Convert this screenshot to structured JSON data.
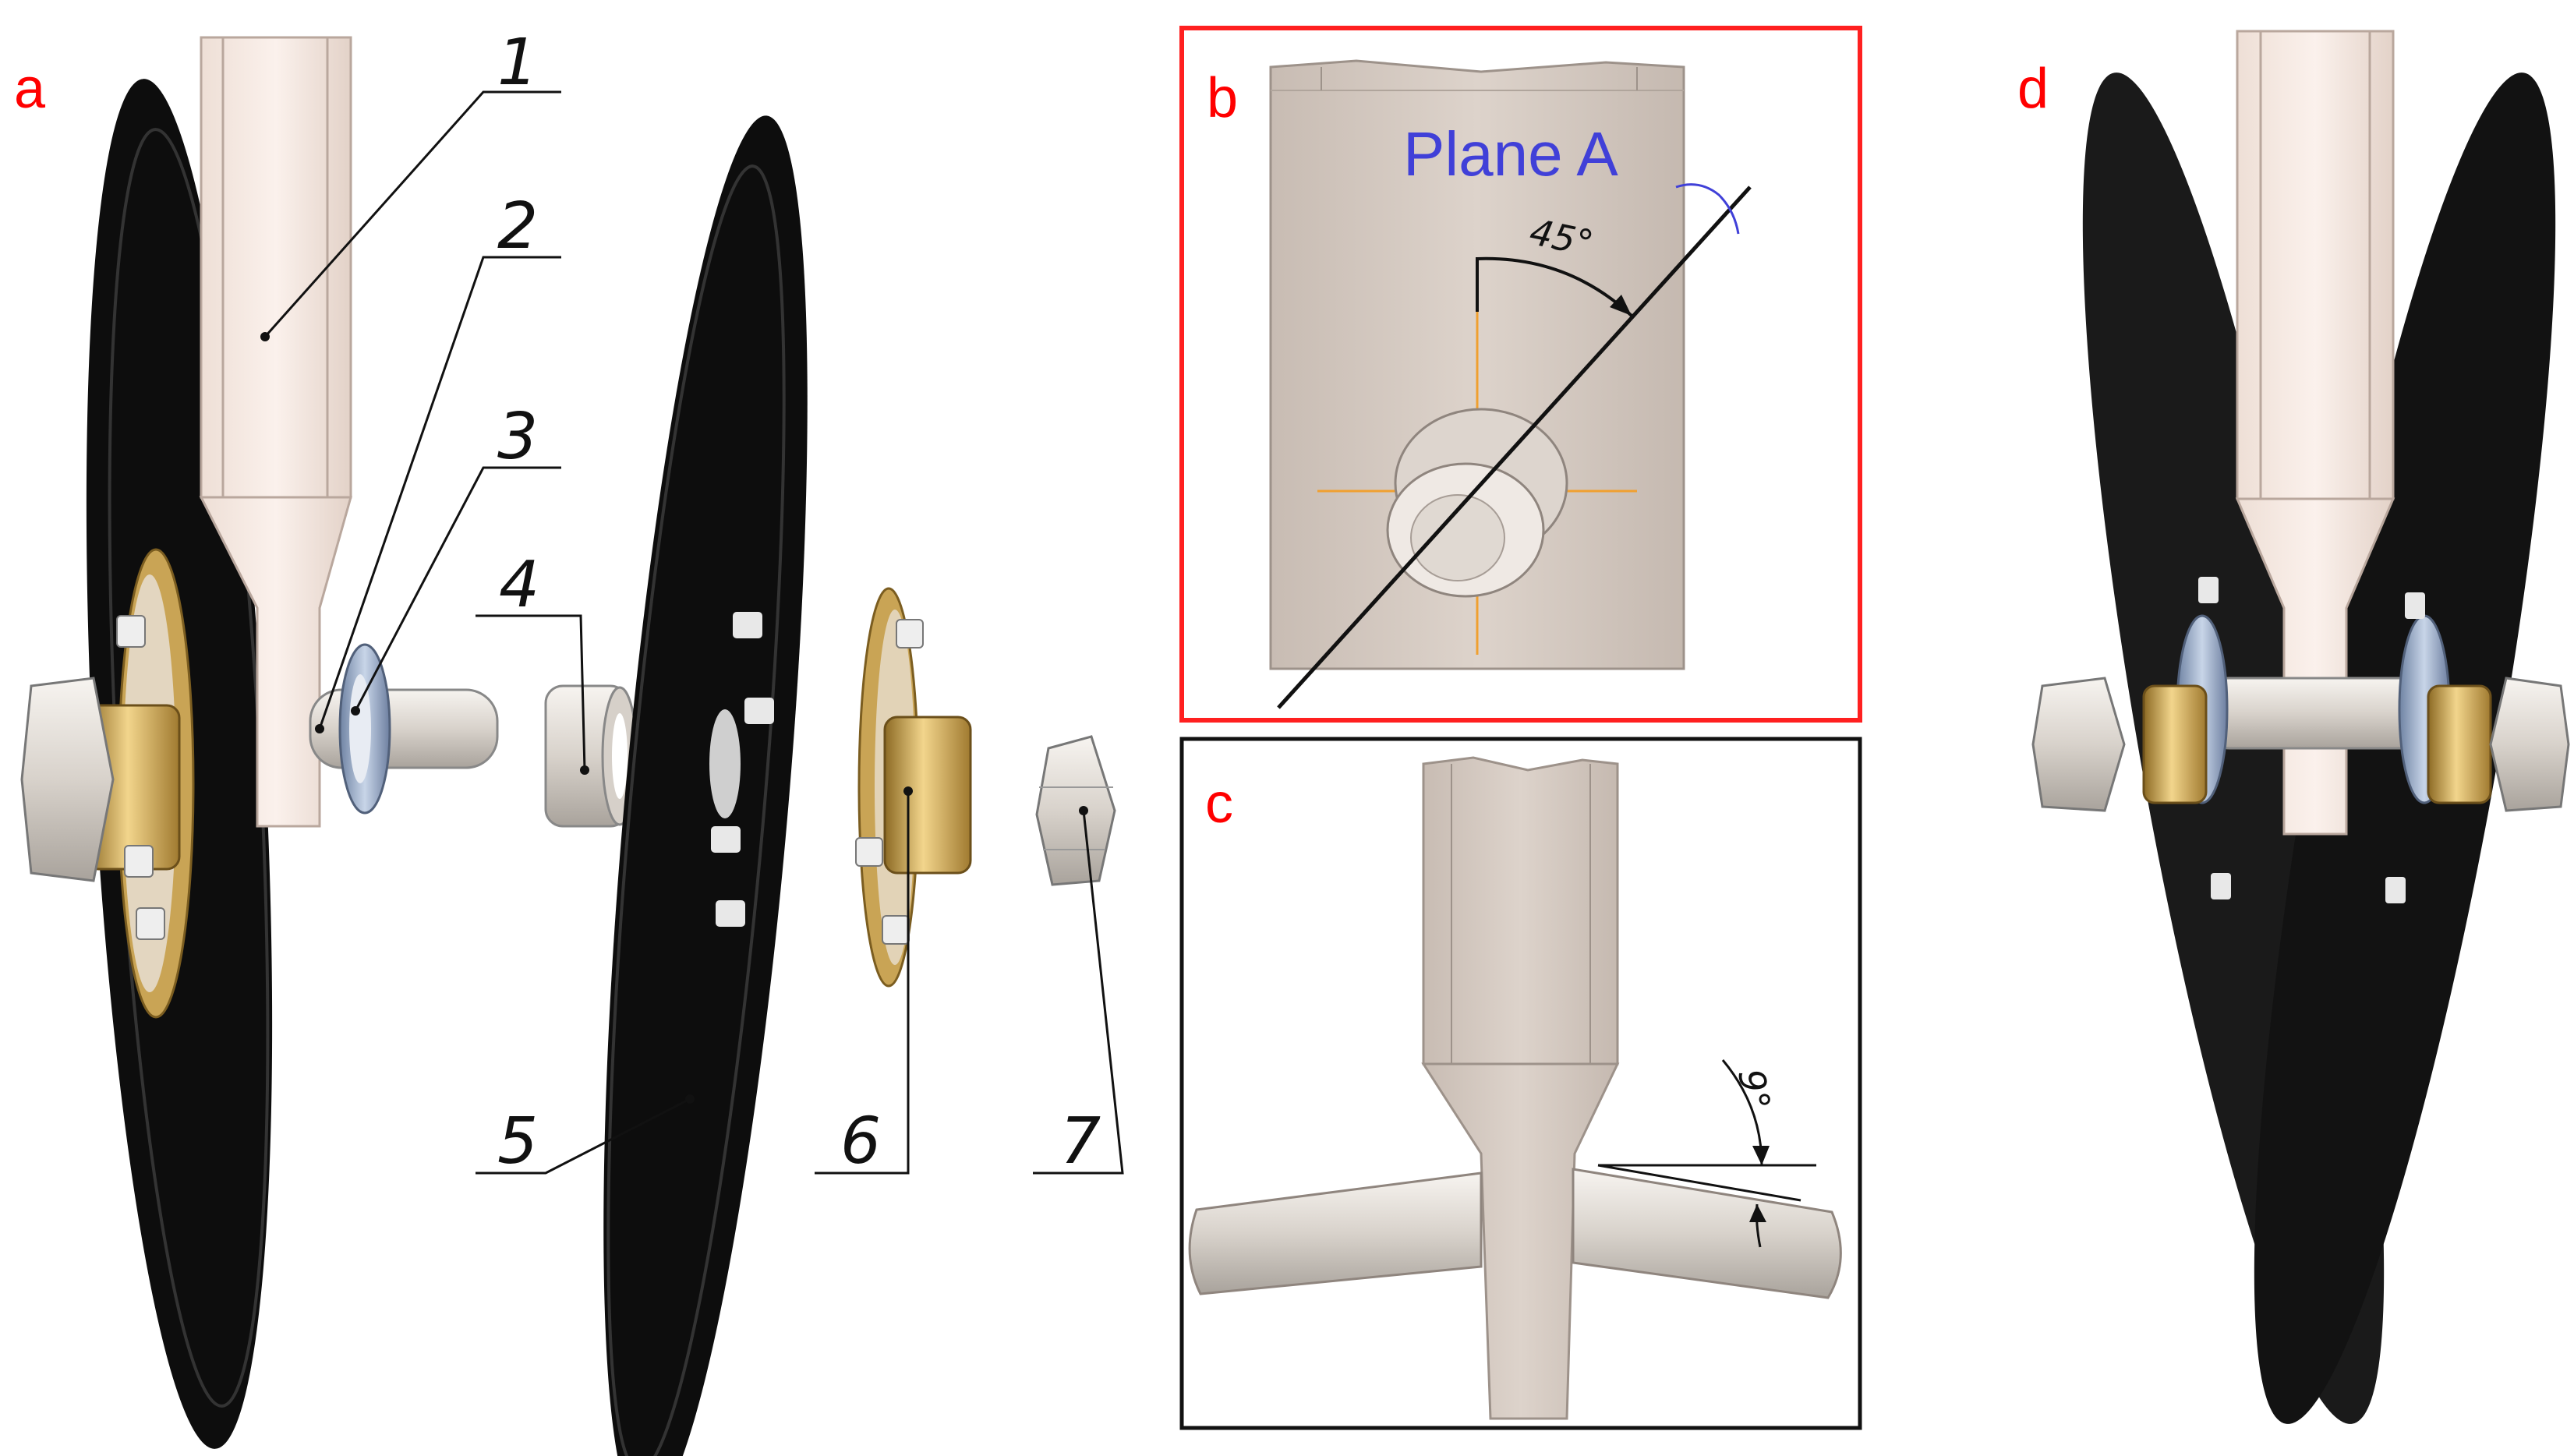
{
  "panels": {
    "a": "a",
    "b": "b",
    "c": "c",
    "d": "d"
  },
  "callouts": [
    "1",
    "2",
    "3",
    "4",
    "5",
    "6",
    "7"
  ],
  "annotations": {
    "plane_label": "Plane A",
    "angle_b": "45°",
    "angle_c": "9°"
  },
  "colors": {
    "panel_letter": "#ff0000",
    "panel_b_border": "#ff2020",
    "panel_c_border": "#111111",
    "disc": "#0d0d0d",
    "hub_brass": "#c9a455",
    "washer_blue": "#9fb2cc",
    "shank": "#f3e4dc",
    "plane_label": "#4040d8",
    "centerline": "#f0a030"
  }
}
